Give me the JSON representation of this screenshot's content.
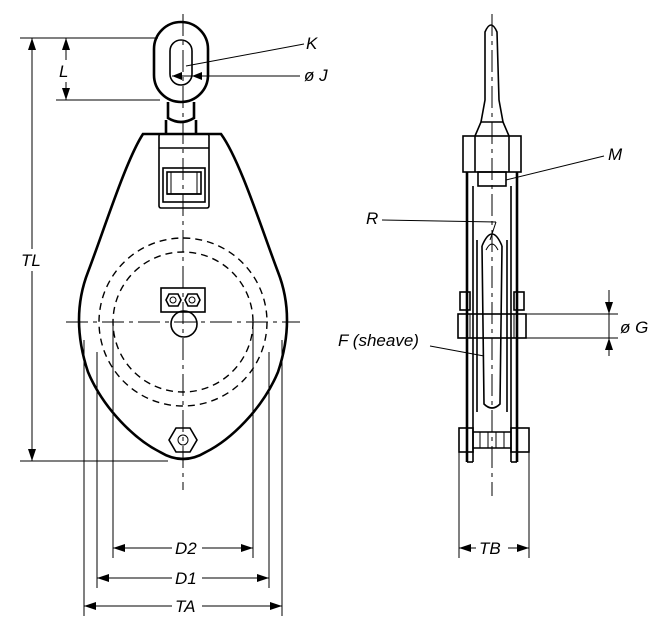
{
  "labels": {
    "K": "K",
    "J": "ø J",
    "L": "L",
    "TL": "TL",
    "M": "M",
    "R": "R",
    "F": "F (sheave)",
    "G": "ø G",
    "D2": "D2",
    "D1": "D1",
    "TA": "TA",
    "TB": "TB"
  }
}
